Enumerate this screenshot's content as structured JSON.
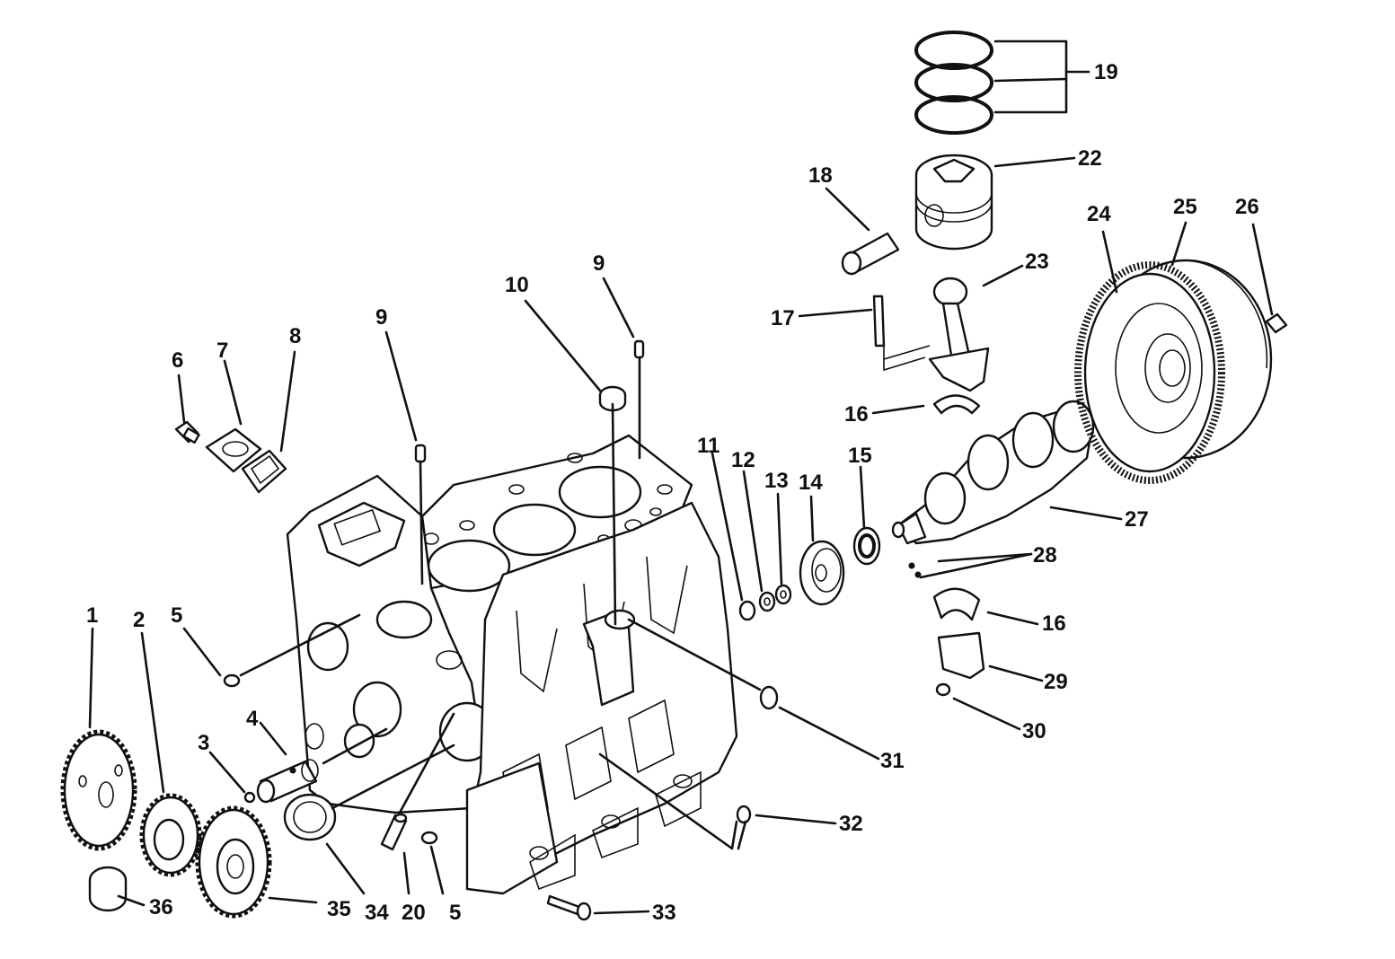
{
  "diagram": {
    "labels": [
      {
        "id": "p1",
        "text": "1"
      },
      {
        "id": "p2",
        "text": "2"
      },
      {
        "id": "p3",
        "text": "3"
      },
      {
        "id": "p4",
        "text": "4"
      },
      {
        "id": "p5a",
        "text": "5"
      },
      {
        "id": "p5b",
        "text": "5"
      },
      {
        "id": "p6",
        "text": "6"
      },
      {
        "id": "p7",
        "text": "7"
      },
      {
        "id": "p8",
        "text": "8"
      },
      {
        "id": "p9a",
        "text": "9"
      },
      {
        "id": "p9b",
        "text": "9"
      },
      {
        "id": "p10",
        "text": "10"
      },
      {
        "id": "p11",
        "text": "11"
      },
      {
        "id": "p12",
        "text": "12"
      },
      {
        "id": "p13",
        "text": "13"
      },
      {
        "id": "p14",
        "text": "14"
      },
      {
        "id": "p15",
        "text": "15"
      },
      {
        "id": "p16a",
        "text": "16"
      },
      {
        "id": "p16b",
        "text": "16"
      },
      {
        "id": "p17",
        "text": "17"
      },
      {
        "id": "p18",
        "text": "18"
      },
      {
        "id": "p19",
        "text": "19"
      },
      {
        "id": "p20",
        "text": "20"
      },
      {
        "id": "p22",
        "text": "22"
      },
      {
        "id": "p23",
        "text": "23"
      },
      {
        "id": "p24",
        "text": "24"
      },
      {
        "id": "p25",
        "text": "25"
      },
      {
        "id": "p26",
        "text": "26"
      },
      {
        "id": "p27",
        "text": "27"
      },
      {
        "id": "p28",
        "text": "28"
      },
      {
        "id": "p29",
        "text": "29"
      },
      {
        "id": "p30",
        "text": "30"
      },
      {
        "id": "p31",
        "text": "31"
      },
      {
        "id": "p32",
        "text": "32"
      },
      {
        "id": "p33",
        "text": "33"
      },
      {
        "id": "p34",
        "text": "34"
      },
      {
        "id": "p35",
        "text": "35"
      },
      {
        "id": "p36",
        "text": "36"
      }
    ]
  }
}
